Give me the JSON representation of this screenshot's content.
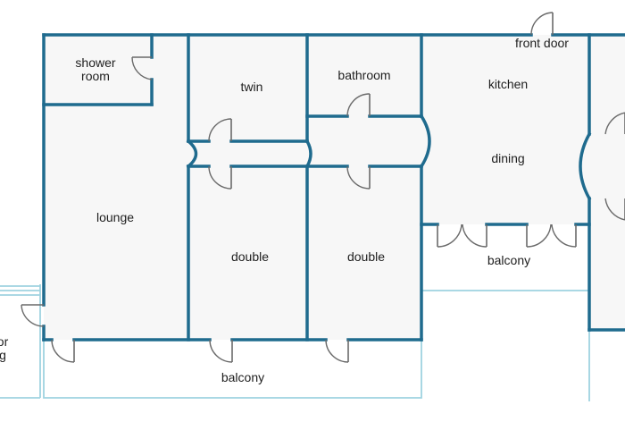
{
  "floorplan": {
    "labels": {
      "shower_room_line1": "shower",
      "shower_room_line2": "room",
      "twin": "twin",
      "bathroom": "bathroom",
      "kitchen": "kitchen",
      "front_door": "front door",
      "dining": "dining",
      "lounge": "lounge",
      "double_left": "double",
      "double_right": "double",
      "balcony_kitchen": "balcony",
      "balcony_bottom": "balcony",
      "cut_label_line1": "or",
      "cut_label_line2": "g"
    },
    "colors": {
      "wall": "#1f6b8e",
      "balcony_outline": "#9fd3e0",
      "floor": "#f7f7f7",
      "door_swing": "#6a6a6a"
    }
  }
}
